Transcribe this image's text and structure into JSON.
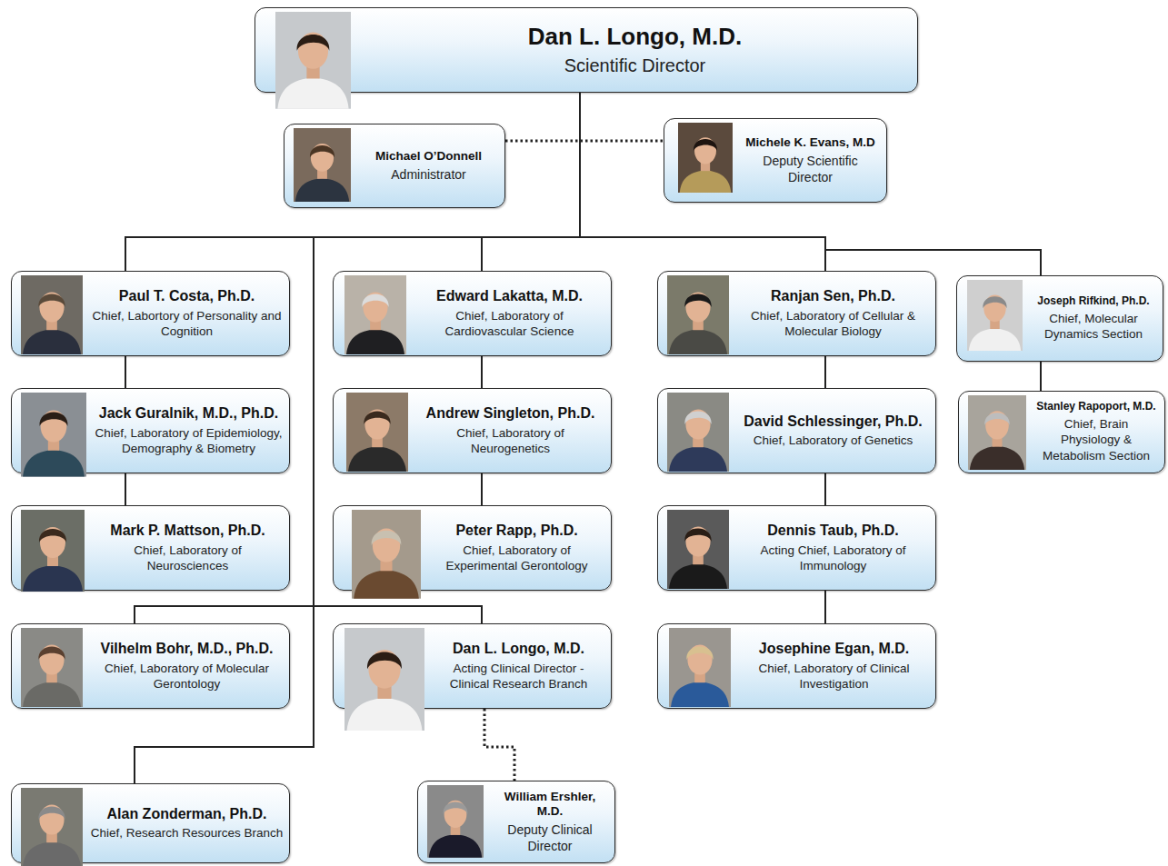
{
  "diagram": {
    "nodes": [
      {
        "text": [
          "Dan L. Longo, M.D.",
          "Scientific Director"
        ]
      },
      {
        "text": [
          "Michael O’Donnell",
          "Administrator"
        ]
      },
      {
        "text": [
          "Michele K. Evans, M.D",
          "Deputy Scientific Director"
        ]
      },
      {
        "text": [
          "Paul T. Costa, Ph.D.",
          "Chief, Labortory of Personality and Cognition"
        ]
      },
      {
        "text": [
          "Edward Lakatta, M.D.",
          "Chief, Laboratory of Cardiovascular Science"
        ]
      },
      {
        "text": [
          "Ranjan Sen, Ph.D.",
          "Chief, Laboratory of Cellular & Molecular Biology"
        ]
      },
      {
        "text": [
          "Joseph Rifkind, Ph.D.",
          "Chief, Molecular Dynamics Section"
        ]
      },
      {
        "text": [
          "Jack Guralnik, M.D., Ph.D.",
          "Chief, Laboratory of Epidemiology, Demography & Biometry"
        ]
      },
      {
        "text": [
          "Andrew Singleton, Ph.D.",
          "Chief, Laboratory of Neurogenetics"
        ]
      },
      {
        "text": [
          "David Schlessinger, Ph.D.",
          "Chief, Laboratory of Genetics"
        ]
      },
      {
        "text": [
          "Stanley Rapoport, M.D.",
          "Chief, Brain Physiology & Metabolism Section"
        ]
      },
      {
        "text": [
          "Mark P. Mattson, Ph.D.",
          "Chief, Laboratory of Neurosciences"
        ]
      },
      {
        "text": [
          "Peter Rapp, Ph.D.",
          "Chief, Laboratory of Experimental Gerontology"
        ]
      },
      {
        "text": [
          "Dennis Taub, Ph.D.",
          "Acting Chief, Laboratory of Immunology"
        ]
      },
      {
        "text": [
          "Vilhelm Bohr, M.D., Ph.D.",
          "Chief, Laboratory of Molecular Gerontology"
        ]
      },
      {
        "text": [
          "Dan L. Longo, M.D.",
          "Acting Clinical Director - Clinical Research Branch"
        ]
      },
      {
        "text": [
          "Josephine Egan, M.D.",
          "Chief, Laboratory of Clinical Investigation"
        ]
      },
      {
        "text": [
          "Alan Zonderman, Ph.D.",
          "Chief, Research Resources Branch"
        ]
      },
      {
        "text": [
          "William Ershler, M.D.",
          "Deputy Clinical Director"
        ]
      }
    ],
    "edges": [
      {
        "from": 0,
        "to": 3,
        "arrow": "none"
      },
      {
        "from": 0,
        "to": 4,
        "arrow": "none"
      },
      {
        "from": 0,
        "to": 5,
        "arrow": "none"
      },
      {
        "from": 0,
        "to": 6,
        "arrow": "none"
      },
      {
        "from": 0,
        "to": 14,
        "arrow": "none"
      },
      {
        "from": 0,
        "to": 15,
        "arrow": "none"
      },
      {
        "from": 0,
        "to": 17,
        "arrow": "none"
      },
      {
        "from": 1,
        "to": 2,
        "arrow": "none"
      },
      {
        "from": 3,
        "to": 7,
        "arrow": "none"
      },
      {
        "from": 7,
        "to": 11,
        "arrow": "none"
      },
      {
        "from": 4,
        "to": 8,
        "arrow": "none"
      },
      {
        "from": 8,
        "to": 12,
        "arrow": "none"
      },
      {
        "from": 5,
        "to": 9,
        "arrow": "none"
      },
      {
        "from": 9,
        "to": 13,
        "arrow": "none"
      },
      {
        "from": 13,
        "to": 16,
        "arrow": "none"
      },
      {
        "from": 6,
        "to": 10,
        "arrow": "none"
      },
      {
        "from": 15,
        "to": 18,
        "arrow": "none"
      }
    ]
  }
}
